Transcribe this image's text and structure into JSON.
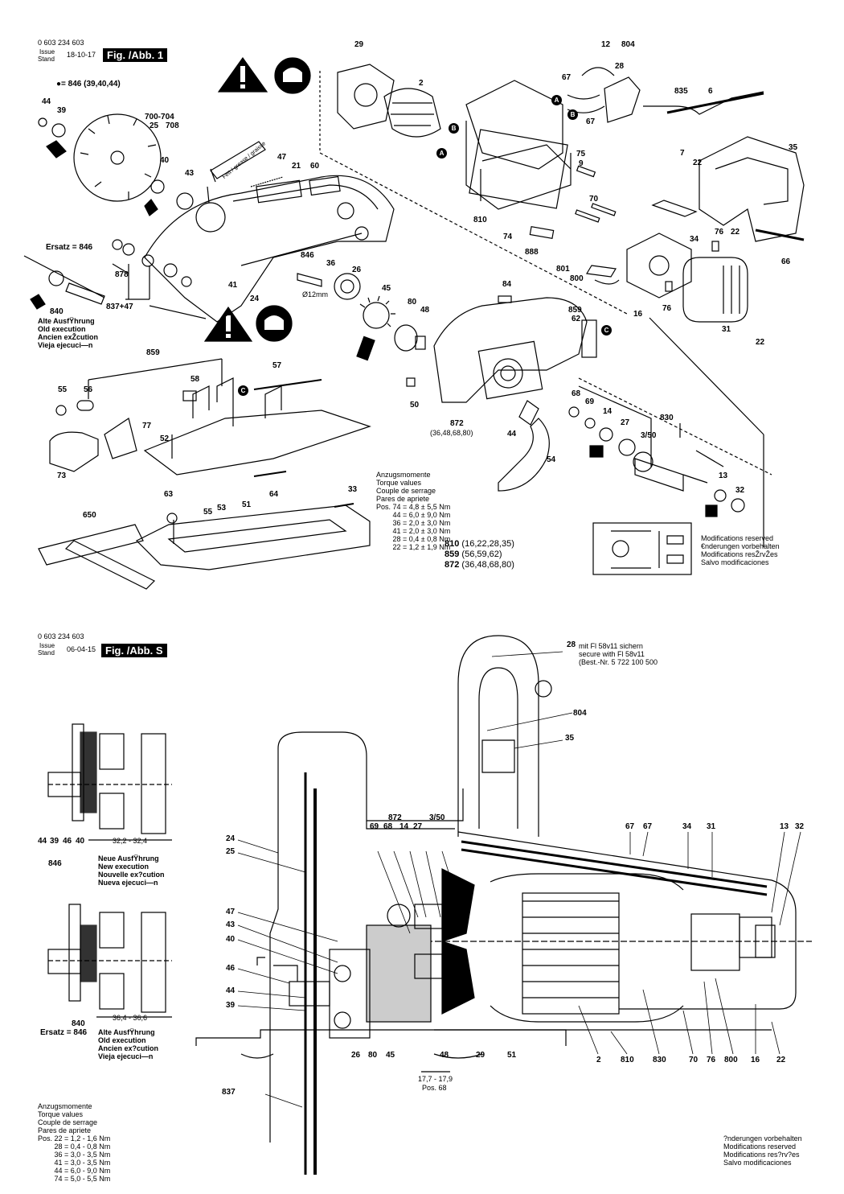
{
  "fig1": {
    "part_number": "0 603 234 603",
    "issue_label": "Issue",
    "stand_label": "Stand",
    "date": "18-10-17",
    "title": "Fig. /Abb. 1",
    "note_846": "●= 846 (39,40,44)",
    "ersatz": "Ersatz = 846",
    "old_execution": [
      "Alte AusfŸhrung",
      "Old execution",
      "Ancien exŽcution",
      "Vieja ejecuci—n"
    ],
    "label_837_47": "837+47",
    "diam": "Ø12mm",
    "torque_title": [
      "Anzugsmomente",
      "Torque values",
      "Couple de serrage",
      "Pares de apriete"
    ],
    "torque_values": [
      "Pos. 74 = 4,8 ± 5,5 Nm",
      "44 = 6,0 ± 9,0 Nm",
      "36 = 2,0 ± 3,0 Nm",
      "41 = 2,0 ± 3,0 Nm",
      "28 = 0,4 ± 0,8 Nm",
      "22 = 1,2 ± 1,9 Nm"
    ],
    "sets": [
      {
        "num": "810",
        "rest": "(16,22,28,35)"
      },
      {
        "num": "859",
        "rest": "(56,59,62)"
      },
      {
        "num": "872",
        "rest": "(36,48,68,80)"
      }
    ],
    "set_872_label": "872",
    "set_872_parts": "(36,48,68,80)",
    "modifications": [
      "Modifications reserved",
      "€nderungen vorbehalten",
      "Modifications resŽrvŽes",
      "Salvo modificaciones"
    ],
    "labels": {
      "l29": "29",
      "l2": "2",
      "l12": "12",
      "l804": "804",
      "l28": "28",
      "l67a": "67",
      "l67b": "67",
      "l835": "835",
      "l6": "6",
      "l7": "7",
      "l22a": "22",
      "l35": "35",
      "l75": "75",
      "l9": "9",
      "l70": "70",
      "l810": "810",
      "l74": "74",
      "l888": "888",
      "l34": "34",
      "l76a": "76",
      "l22b": "22",
      "l66": "66",
      "l801": "801",
      "l800": "800",
      "l16": "16",
      "l76b": "76",
      "l31": "31",
      "l22c": "22",
      "l44": "44",
      "l39": "39",
      "l700": "700-704",
      "l25": "25",
      "l708": "708",
      "l40": "40",
      "l43": "43",
      "l47": "47",
      "l21": "21",
      "l60": "60",
      "l846": "846",
      "l36": "36",
      "l26": "26",
      "l45": "45",
      "l80": "80",
      "l48": "48",
      "l84": "84",
      "l859": "859",
      "l62": "62",
      "l878": "878",
      "l41": "41",
      "l24": "24",
      "l840": "840",
      "l859b": "859",
      "l57": "57",
      "l58": "58",
      "l55a": "55",
      "l56": "56",
      "l50": "50",
      "l68": "68",
      "l69": "69",
      "l14": "14",
      "l27": "27",
      "l830": "830",
      "l350": "3/50",
      "l77": "77",
      "l52": "52",
      "l73": "73",
      "l44b": "44",
      "l54": "54",
      "l13": "13",
      "l32": "32",
      "l63": "63",
      "l33": "33",
      "l64": "64",
      "l650": "650",
      "l55b": "55",
      "l53": "53",
      "l51": "51"
    },
    "grease_text": "Fett / grease / graisse"
  },
  "figS": {
    "part_number": "0 603 234 603",
    "issue_label": "Issue",
    "stand_label": "Stand",
    "date": "06-04-15",
    "title": "Fig. /Abb. S",
    "note_28": [
      "mit Fl 58v11 sichern",
      "secure with Fl 58v11",
      "(Best.-Nr. 5 722 100 500"
    ],
    "dim1": "32,2 - 32,4",
    "dim2": "36,4 - 36,6",
    "dim3": "17,7 - 17,9",
    "pos68": "Pos. 68",
    "new_execution": [
      "Neue AusfŸhrung",
      "New execution",
      "Nouvelle ex?cution",
      "Nueva ejecuci—n"
    ],
    "old_execution": [
      "Alte AusfŸhrung",
      "Old execution",
      "Ancien ex?cution",
      "Vieja ejecuci—n"
    ],
    "ersatz": "Ersatz = 846",
    "torque_title": [
      "Anzugsmomente",
      "Torque values",
      "Couple de serrage",
      "Pares de apriete"
    ],
    "torque_values": [
      "Pos. 22 = 1,2 - 1,6 Nm",
      "28 = 0,4 - 0,8 Nm",
      "36 = 3,0 - 3,5 Nm",
      "41 = 3,0 - 3,5 Nm",
      "44 = 6,0 - 9,0 Nm",
      "74 = 5,0 - 5,5 Nm"
    ],
    "modifications": [
      "?nderungen vorbehalten",
      "Modifications reserved",
      "Modifications res?rv?es",
      "Salvo modificaciones"
    ],
    "labels": {
      "l44": "44",
      "l39": "39",
      "l46": "46",
      "l40": "40",
      "l846": "846",
      "l840": "840",
      "l28": "28",
      "l804": "804",
      "l35": "35",
      "l24": "24",
      "l25": "25",
      "l872": "872",
      "l69": "69",
      "l68": "68",
      "l14": "14",
      "l27": "27",
      "l350": "3/50",
      "l67a": "67",
      "l67b": "67",
      "l34": "34",
      "l31": "31",
      "l13": "13",
      "l32": "32",
      "l47": "47",
      "l43": "43",
      "l40b": "40",
      "l46b": "46",
      "l44b": "44",
      "l39b": "39",
      "l26": "26",
      "l80": "80",
      "l45": "45",
      "l48": "48",
      "l29": "29",
      "l51": "51",
      "l2": "2",
      "l810": "810",
      "l830": "830",
      "l70": "70",
      "l76": "76",
      "l800": "800",
      "l16": "16",
      "l22": "22",
      "l837": "837"
    }
  }
}
